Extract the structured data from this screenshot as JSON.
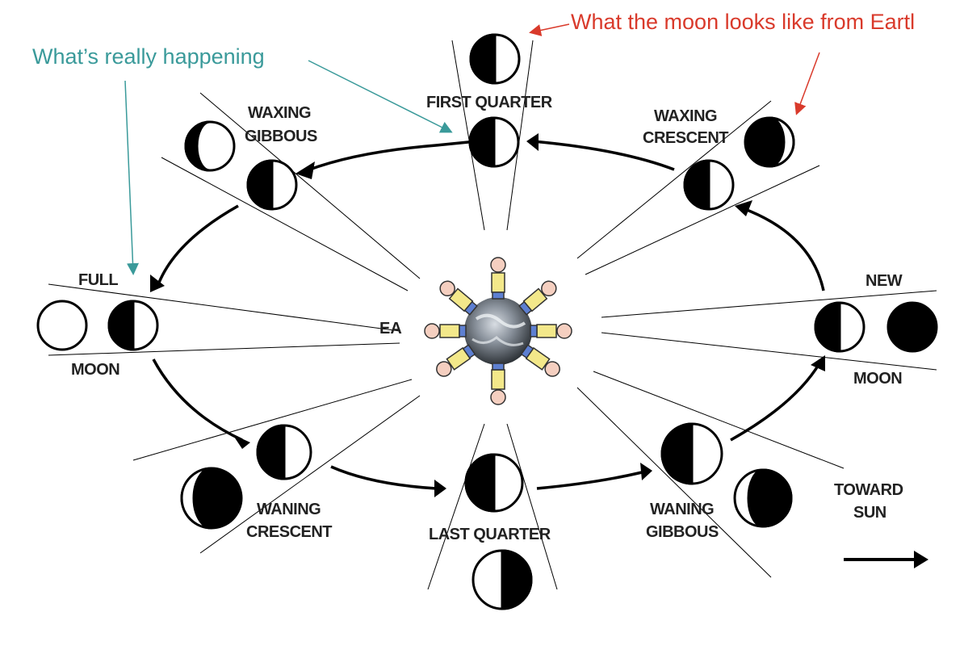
{
  "captions": {
    "really_happening": "What’s really happening",
    "from_earth": "What the moon looks like from Eartl"
  },
  "labels": {
    "first_quarter": "FIRST QUARTER",
    "waxing_gibbous_1": "WAXING",
    "waxing_gibbous_2": "GIBBOUS",
    "waxing_crescent_1": "WAXING",
    "waxing_crescent_2": "CRESCENT",
    "full_1": "FULL",
    "full_2": "MOON",
    "new_1": "NEW",
    "new_2": "MOON",
    "waning_crescent_1": "WANING",
    "waning_crescent_2": "CRESCENT",
    "last_quarter": "LAST QUARTER",
    "waning_gibbous_1": "WANING",
    "waning_gibbous_2": "GIBBOUS",
    "toward_sun_1": "TOWARD",
    "toward_sun_2": "SUN",
    "earth": "EA"
  },
  "colors": {
    "caption_teal": "#3a9a9a",
    "caption_red": "#d93a2b",
    "ink": "#000000"
  }
}
